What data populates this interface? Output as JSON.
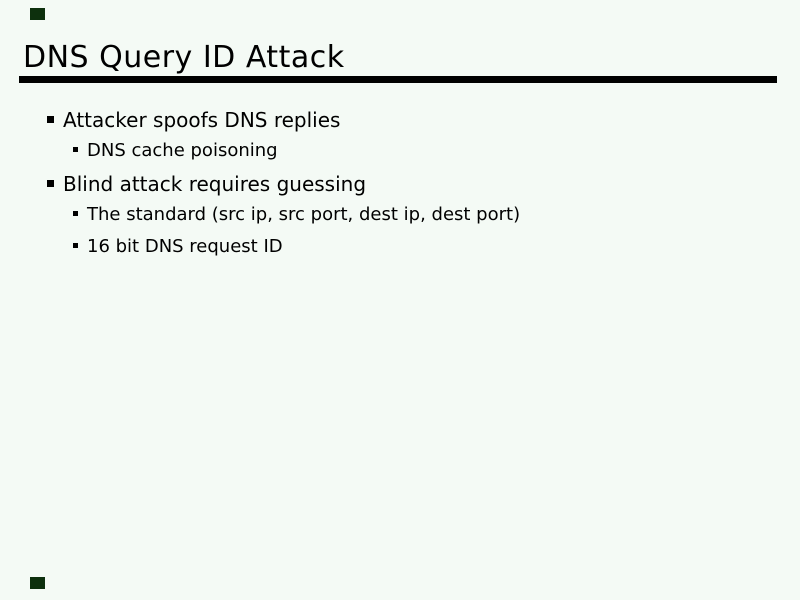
{
  "slide": {
    "title": "DNS Query ID Attack",
    "bullets": [
      {
        "level": 1,
        "text": "Attacker spoofs DNS replies"
      },
      {
        "level": 2,
        "text": "DNS cache poisoning"
      },
      {
        "level": 1,
        "text": "Blind attack requires guessing"
      },
      {
        "level": 2,
        "text": "The standard (src ip, src port, dest ip, dest port)"
      },
      {
        "level": 2,
        "text": "16 bit DNS request ID"
      }
    ],
    "icons": {
      "nav_marker_top": "nav-marker-square",
      "nav_marker_bottom": "nav-marker-square",
      "bullet_level1": "filled-square-bullet",
      "bullet_level2": "small-filled-square-bullet"
    },
    "colors": {
      "background": "#f4faf5",
      "text": "#000000",
      "rule": "#000000",
      "nav_marker": "#0d300d"
    }
  }
}
